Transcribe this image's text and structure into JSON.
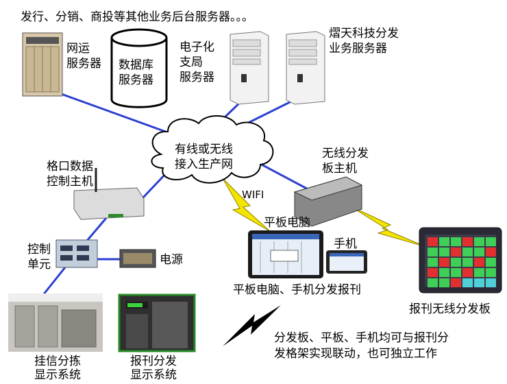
{
  "header_note": "发行、分销、商投等其他业务后台服务器。。。",
  "nodes": {
    "wangyun": {
      "line1": "网运",
      "line2": "服务器"
    },
    "database": {
      "line1": "数据库",
      "line2": "服务器"
    },
    "post": {
      "line1": "电子化",
      "line2": "支局",
      "line3": "服务器"
    },
    "yitian": {
      "line1": "熠天科技分发",
      "line2": "业务服务器"
    },
    "network": {
      "line1": "有线或无线",
      "line2": "接入生产网"
    },
    "gekou": {
      "line1": "格口数据",
      "line2": "控制主机"
    },
    "wireless_host": {
      "line1": "无线分发",
      "line2": "板主机"
    },
    "wifi": "WIFI",
    "tablet": "平板电脑",
    "phone": "手机",
    "tablet_phone_caption": "平板电脑、手机分发报刊",
    "control_unit": {
      "line1": "控制",
      "line2": "单元"
    },
    "power": "电源",
    "board": "报刊无线分发板",
    "mail_display": {
      "line1": "挂信分拣",
      "line2": "显示系统"
    },
    "paper_display": {
      "line1": "报刊分发",
      "line2": "显示系统"
    },
    "footer_note": {
      "line1": "分发板、平板、手机均可与报刊分",
      "line2": "发格架实现联动，也可独立工作"
    }
  },
  "colors": {
    "link": "#2b3fd1",
    "wireless": "#f5e400",
    "cloud_stroke": "#000000",
    "board_body": "#2a2a36"
  }
}
